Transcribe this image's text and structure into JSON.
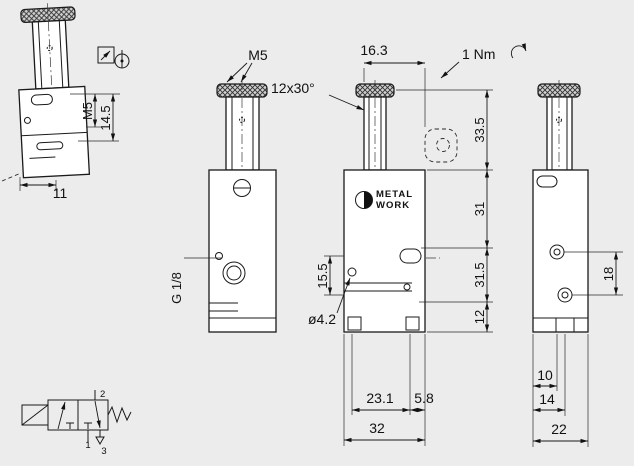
{
  "colors": {
    "background": "#ececec",
    "line": "#1a1a1a"
  },
  "logo": {
    "line1": "METAL",
    "line2": "WORK"
  },
  "dims": {
    "thread_side": "M5",
    "height_14_5": "14.5",
    "width_11": "11",
    "thread_front": "M5",
    "port_thread": "G 1/8",
    "width_16_3": "16.3",
    "chamfer": "12x30°",
    "torque": "1 Nm",
    "height_33_5": "33.5",
    "height_31": "31",
    "height_31_5": "31.5",
    "height_12": "12",
    "offset_15_5": "15.5",
    "hole_dia": "ø4.2",
    "width_23_1": "23.1",
    "width_5_8": "5.8",
    "width_32": "32",
    "pitch_18": "18",
    "width_10": "10",
    "width_14": "14",
    "width_22": "22"
  },
  "symbol": {
    "port_top": "2",
    "port_supply": "1",
    "port_exhaust": "3"
  }
}
